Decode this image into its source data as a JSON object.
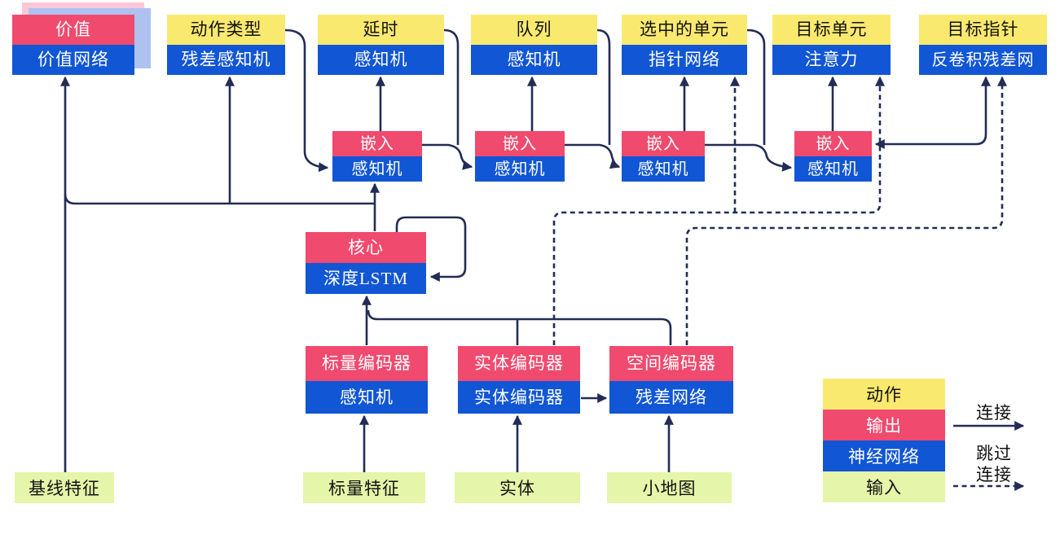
{
  "boxes": {
    "value": {
      "header": "价值",
      "body": "价值网络"
    },
    "action_type": {
      "header": "动作类型",
      "body": "残差感知机"
    },
    "delay": {
      "header": "延时",
      "body": "感知机"
    },
    "queue": {
      "header": "队列",
      "body": "感知机"
    },
    "selected_units": {
      "header": "选中的单元",
      "body": "指针网络"
    },
    "target_unit": {
      "header": "目标单元",
      "body": "注意力"
    },
    "target_point": {
      "header": "目标指针",
      "body": "反卷积残差网"
    },
    "embed1": {
      "header": "嵌入",
      "body": "感知机"
    },
    "embed2": {
      "header": "嵌入",
      "body": "感知机"
    },
    "embed3": {
      "header": "嵌入",
      "body": "感知机"
    },
    "embed4": {
      "header": "嵌入",
      "body": "感知机"
    },
    "core": {
      "header": "核心",
      "body": "深度LSTM"
    },
    "scalar_encoder": {
      "header": "标量编码器",
      "body": "感知机"
    },
    "entity_encoder": {
      "header": "实体编码器",
      "body": "实体编码器"
    },
    "spatial_encoder": {
      "header": "空间编码器",
      "body": "残差网络"
    }
  },
  "inputs": {
    "baseline_features": "基线特征",
    "scalar_features": "标量特征",
    "entities": "实体",
    "minimap": "小地图"
  },
  "legend": {
    "action": "动作",
    "output": "输出",
    "network": "神经网络",
    "input": "输入",
    "connection": "连接",
    "skip_line1": "跳过",
    "skip_line2": "连接"
  },
  "colors": {
    "action_yellow": "#FAE96F",
    "output_red": "#F04A6E",
    "network_blue": "#1156D4",
    "input_green": "#E5F5A9",
    "edge_navy": "#232C56",
    "shadow_pink": "#FAC8D9",
    "shadow_blue": "#AEC2F0"
  }
}
